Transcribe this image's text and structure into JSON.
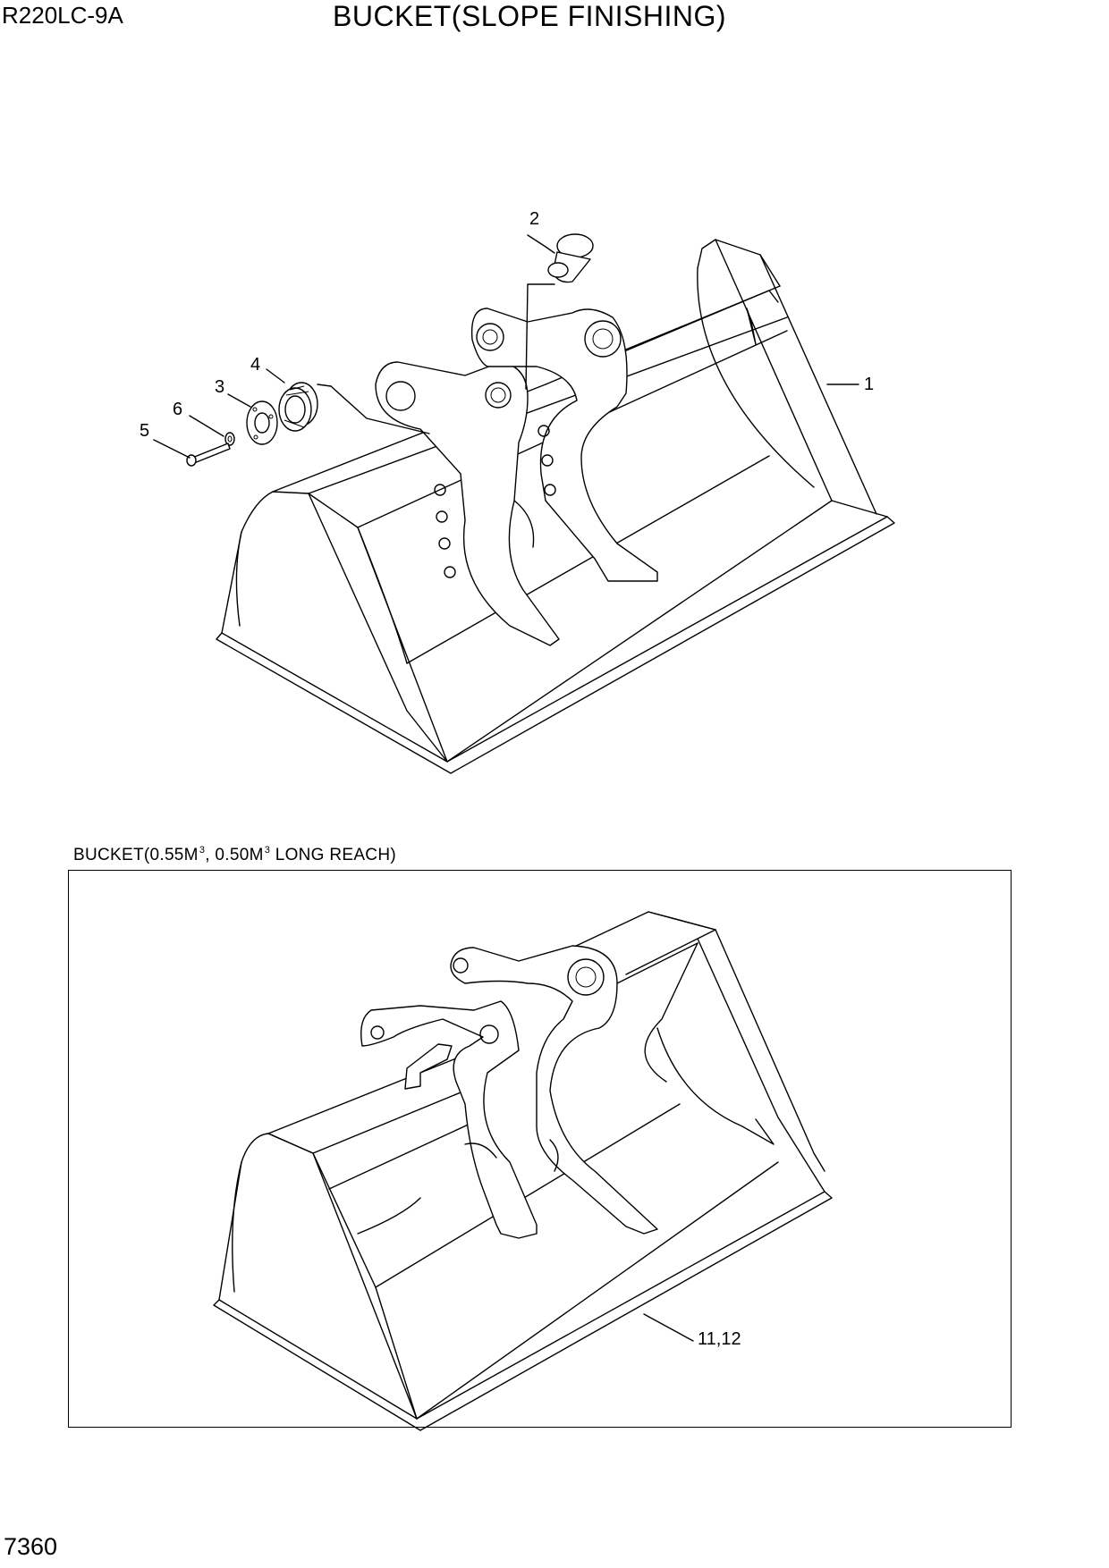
{
  "header": {
    "model_code": "R220LC-9A",
    "title": "BUCKET(SLOPE FINISHING)"
  },
  "footer": {
    "page_number": "7360"
  },
  "main_figure": {
    "callouts": {
      "c1": "1",
      "c2": "2",
      "c3": "3",
      "c4": "4",
      "c5": "5",
      "c6": "6"
    }
  },
  "variant_figure": {
    "caption_part1": "BUCKET(0.55M",
    "caption_sup1": "3",
    "caption_part2": ", 0.50M",
    "caption_sup2": "3",
    "caption_part3": " LONG REACH)",
    "callout": "11,12"
  }
}
